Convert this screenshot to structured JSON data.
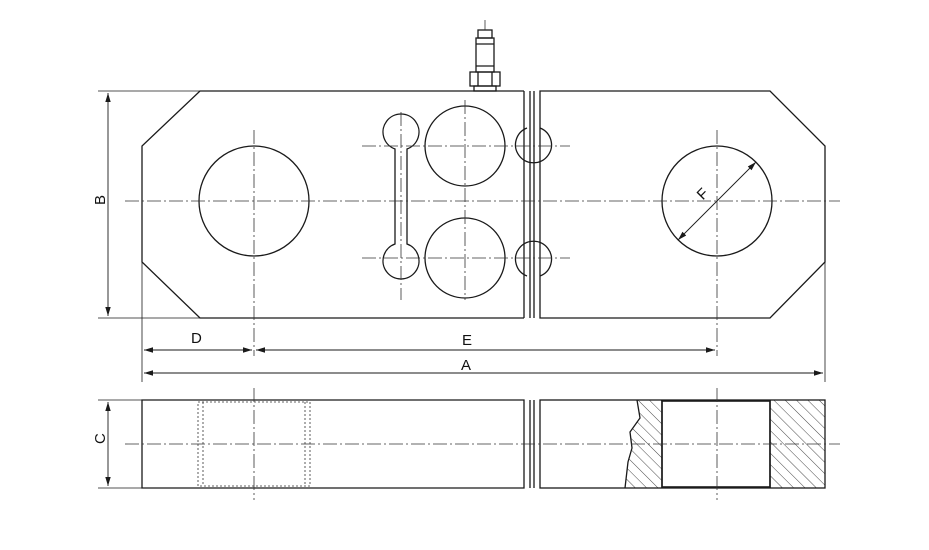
{
  "dimensions": {
    "A": "A",
    "B": "B",
    "C": "C",
    "D": "D",
    "E": "E",
    "F": "F"
  },
  "colors": {
    "line": "#1a1a1a",
    "background": "#ffffff"
  }
}
